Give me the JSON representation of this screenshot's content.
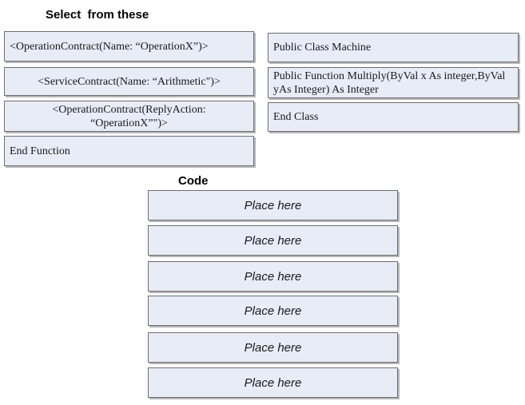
{
  "select_heading": "Select  from these",
  "code_heading": "Code",
  "left_items": [
    "<OperationContract(Name: “OperationX”)>",
    "<ServiceContract(Name: “Arithmetic\")>",
    "<OperationContract(ReplyAction: “OperationX”\")>",
    "End Function"
  ],
  "right_items": [
    "Public Class Machine",
    "Public Function Multiply(ByVal x As integer,ByVal yAs Integer) As Integer",
    "End Class"
  ],
  "slots": [
    "Place here",
    "Place here",
    "Place here",
    "Place here",
    "Place here",
    "Place here"
  ],
  "colors": {
    "box_fill": "#e7ecf7",
    "box_border": "#6e6e6e"
  }
}
